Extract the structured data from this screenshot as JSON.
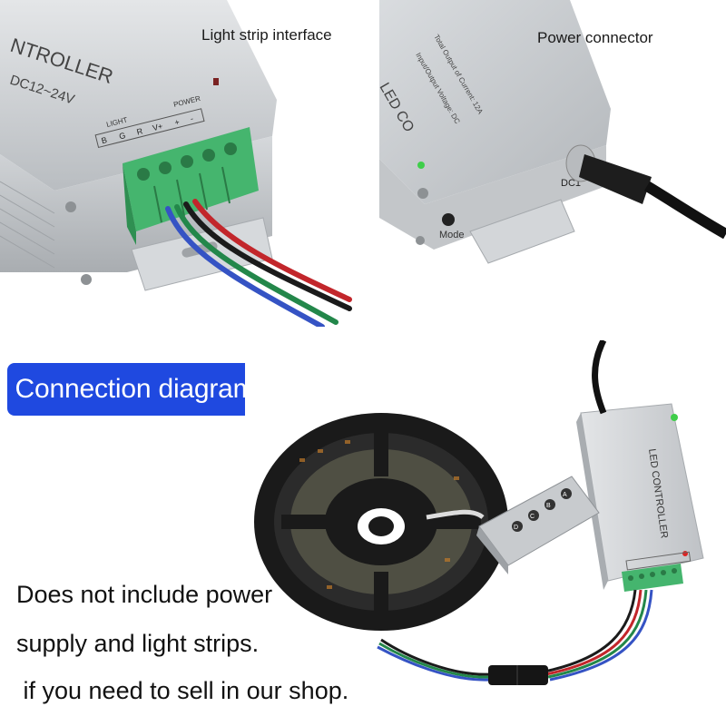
{
  "captions": {
    "left_photo": "Light strip interface",
    "right_photo": "Power connector"
  },
  "badge": {
    "label": "Connection diagram",
    "color": "#1f49e0"
  },
  "notes": [
    "Does not include power",
    "supply and light strips.",
    " if you need to sell in our shop."
  ],
  "device_labels": {
    "controller_title_1": "NTROLLER",
    "voltage_1": "DC12~24V",
    "light_group": "LIGHT",
    "power_group": "POWER",
    "pins": [
      "B",
      "G",
      "R",
      "V+",
      "+",
      "-"
    ],
    "controller_title_2": "LED CO",
    "spec_line": "Input/Output Voltage: DC",
    "current_line": "Total Output of Current: 12A",
    "dc_label": "DC1",
    "mode_label": "Mode",
    "controller_title_3": "LED CONTROLLER",
    "remote_keys": [
      "A",
      "B",
      "C",
      "D"
    ]
  },
  "colors": {
    "aluminum": "#c9ccd0",
    "terminal_green": "#3fae6a",
    "strip_black": "#1a1a1a",
    "text_blue_badge": "#ffffff"
  }
}
